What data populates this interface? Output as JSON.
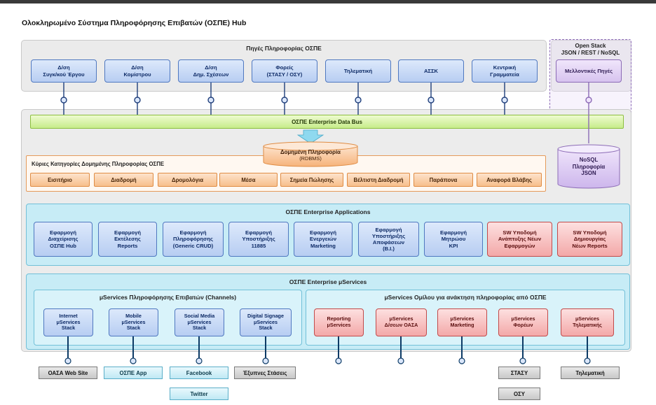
{
  "title": "Ολοκληρωμένο Σύστημα Πληροφόρησης Επιβατών (ΟΣΠΕ) Hub",
  "sources": {
    "title": "Πηγές Πληροφορίας ΟΣΠΕ",
    "items": [
      "Δ/ση\nΣυγκ/κού Έργου",
      "Δ/ση\nΚομίστρου",
      "Δ/ση\nΔημ. Σχέσεων",
      "Φορείς\n(ΣΤΑΣΥ / ΟΣΥ)",
      "Τηλεματική",
      "ΑΣΣΚ",
      "Κεντρική\nΓραμματεία"
    ]
  },
  "open_stack": {
    "title": "Open Stack\nJSON / REST / NoSQL",
    "future": "Μελλοντικές Πηγές",
    "nosql": "NoSQL\nΠληροφορία\nJSON"
  },
  "bus": "ΟΣΠΕ Enterprise Data Bus",
  "structured": {
    "db_title": "Δομημένη Πληροφορία",
    "db_sub": "(RDBMS)",
    "categories_title": "Κύριες Κατηγορίες Δομημένης Πληροφορίας ΟΣΠΕ",
    "categories": [
      "Εισιτήριο",
      "Διαδρομή",
      "Δρομολόγια",
      "Μέσα",
      "Σημεία Πώλησης",
      "Βέλτιστη Διαδρομή",
      "Παράπονα",
      "Αναφορά Βλάβης"
    ]
  },
  "applications": {
    "title": "ΟΣΠΕ Enterprise Applications",
    "items": [
      "Εφαρμογή\nΔιαχείρισης\nΟΣΠΕ Hub",
      "Εφαρμογή\nΕκτέλεσης\nReports",
      "Εφαρμογή\nΠληροφόρησης\n(Generic CRUD)",
      "Εφαρμογή\nΥποστήριξης\n11885",
      "Εφαρμογή\nΕνεργειών\nMarketing",
      "Εφαρμογή\nΥποστήριξης\nΑποφάσεων\n(B.I.)",
      "Εφαρμογή\nΜητρώου\nKPI"
    ],
    "sw_items": [
      "SW Υποδομή\nΑνάπτυξης Νέων\nΕφαρμογών",
      "SW Υποδομή\nΔημιουργίας\nΝέων Reports"
    ]
  },
  "microservices": {
    "title": "ΟΣΠΕ Enterprise μServices",
    "channels_title": "μServices Πληροφόρησης Επιβατών (Channels)",
    "channels": [
      "Internet\nμServices\nStack",
      "Mobile\nμServices\nStack",
      "Social Media\nμServices\nStack",
      "Digital Signage\nμServices\nStack"
    ],
    "group_title": "μServices Ομίλου για ανάκτηση πληροφορίας από ΟΣΠΕ",
    "group": [
      "Reporting\nμServices",
      "μServices\nΔ/σεων ΟΑΣΑ",
      "μServices\nMarketing",
      "μServices\nΦορέων",
      "μServices\nΤηλεματικής"
    ]
  },
  "external": {
    "oasa_web": "ΟΑΣΑ Web Site",
    "ospe_app": "ΟΣΠΕ App",
    "facebook": "Facebook",
    "twitter": "Twitter",
    "smart_stops": "Έξυπνες Στάσεις",
    "stasy": "ΣΤΑΣΥ",
    "osy": "ΟΣΥ",
    "telematics": "Τηλεματική"
  }
}
